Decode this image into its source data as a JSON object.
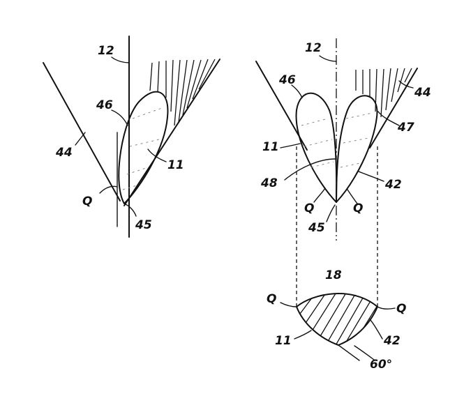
{
  "figure": {
    "left_view": {
      "labels": {
        "axis": "12",
        "ellipse_edge": "46",
        "tool": "44",
        "edge": "11",
        "point_q": "Q",
        "tip": "45"
      }
    },
    "right_view": {
      "labels": {
        "axis": "12",
        "ellipse_edge": "46",
        "tool": "44",
        "face": "47",
        "edge": "11",
        "center": "48",
        "face2": "42",
        "point_q_left": "Q",
        "point_q_right": "Q",
        "tip": "45"
      }
    },
    "section": {
      "labels": {
        "title": "18",
        "q_left": "Q",
        "q_right": "Q",
        "edge": "11",
        "face": "42",
        "angle": "60°"
      }
    }
  }
}
